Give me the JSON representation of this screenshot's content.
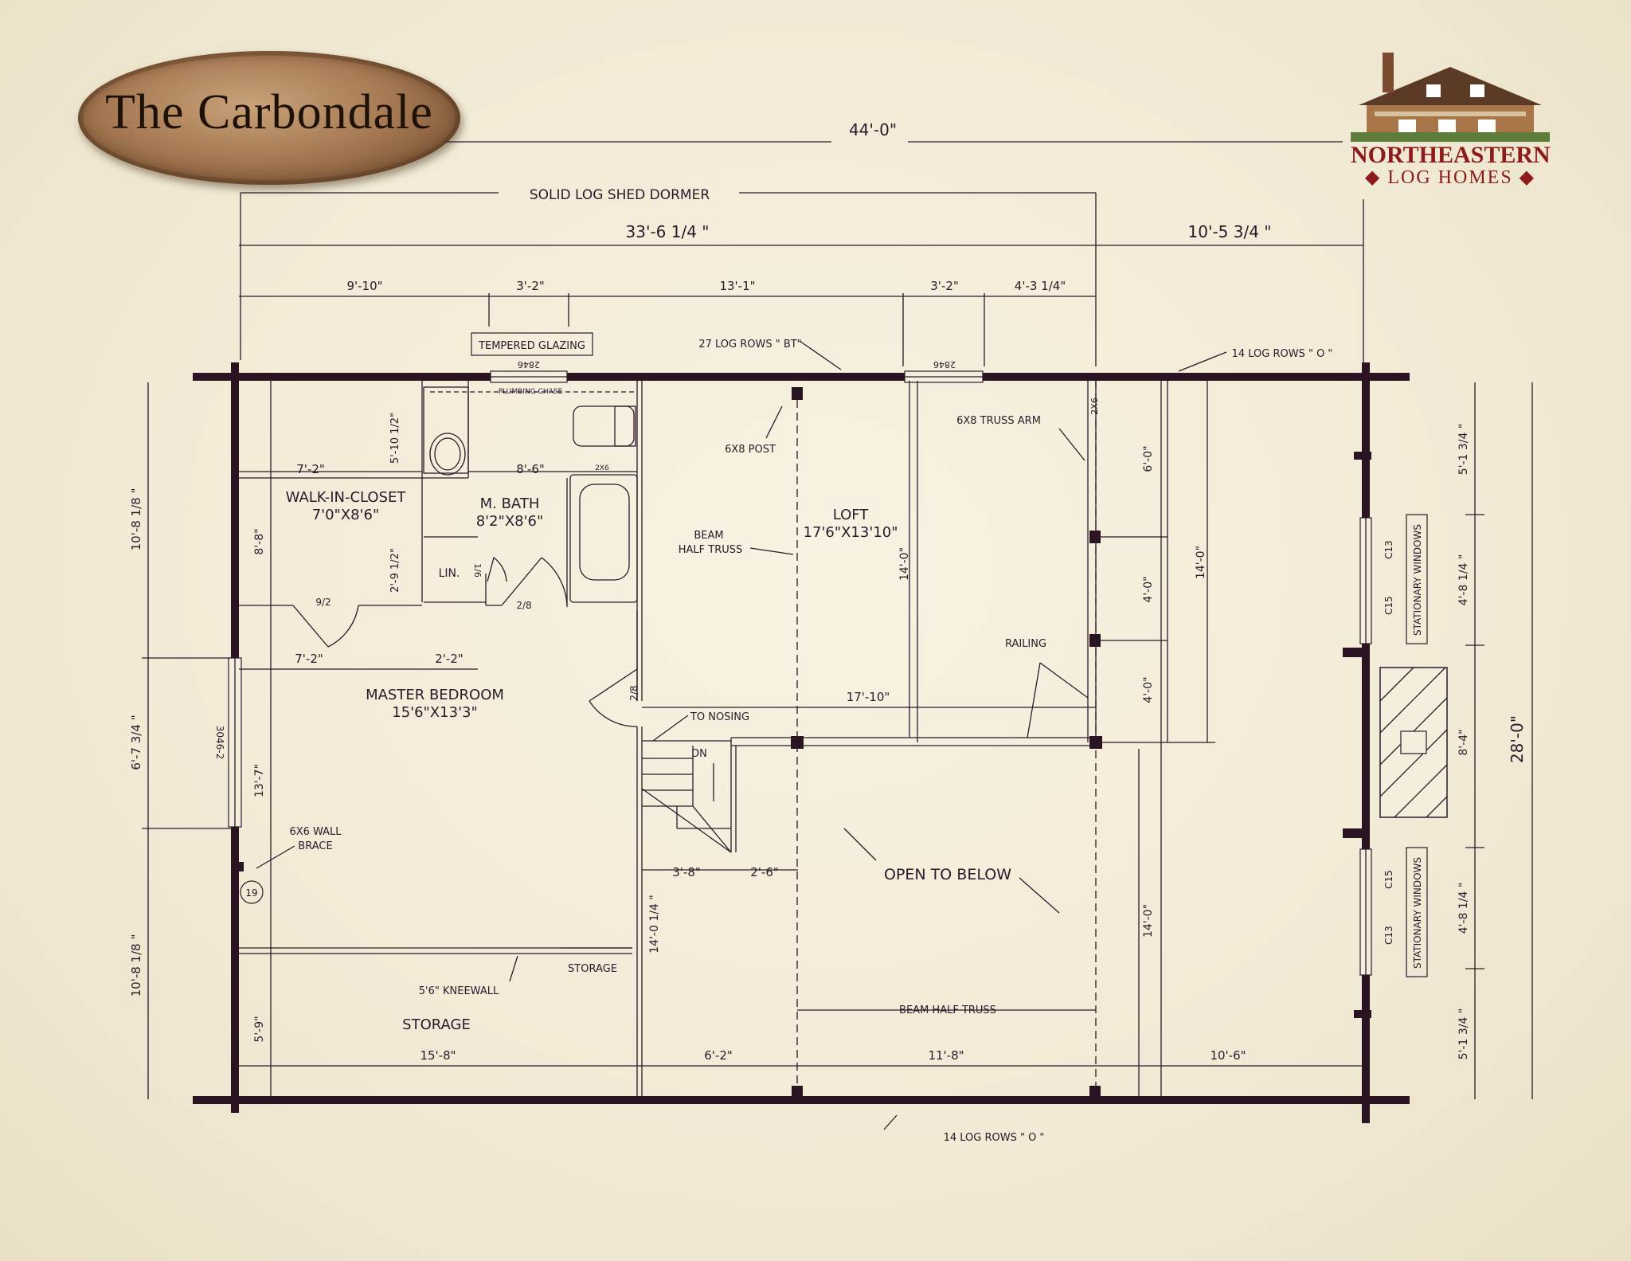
{
  "title": "The Carbondale",
  "brand": {
    "line1": "NORTHEASTERN",
    "line2": "◆ LOG HOMES ◆"
  },
  "colors": {
    "wall": "#2b1422",
    "line": "#2b1a2b",
    "brand": "#8e1b1b",
    "paper": "#f4eedc"
  },
  "dimensions": {
    "overall_width": "44'-0\"",
    "dormer": "SOLID LOG SHED DORMER",
    "left_span": "33'-6 1/4 \"",
    "right_span": "10'-5 3/4 \"",
    "seg1": "9'-10\"",
    "seg2": "3'-2\"",
    "seg3": "13'-1\"",
    "seg4": "3'-2\"",
    "seg5": "4'-3 1/4\"",
    "depth": "28'-0\"",
    "left_top": "10'-8 1/8 \"",
    "left_mid": "6'-7 3/4 \"",
    "left_bot": "10'-8 1/8 \"",
    "right_top": "5'-1 3/4 \"",
    "right_win1": "4'-8 1/4 \"",
    "right_mid": "8'-4\"",
    "right_win2": "4'-8 1/4 \"",
    "right_bot": "5'-1 3/4 \"",
    "closet_w": "7'-2\"",
    "bath_w": "8'-6\"",
    "bath_h": "5'-10 1/2\"",
    "closet_h": "8'-8\"",
    "lin_h": "2'-9 1/2\"",
    "bed_w": "7'-2\"",
    "bed_w2": "2'-2\"",
    "bed_h": "13'-7\"",
    "storage_h": "5'-9\"",
    "bottom1": "15'-8\"",
    "bottom2": "6'-2\"",
    "bottom3": "11'-8\"",
    "bottom4": "10'-6\"",
    "stair_w": "3'-8\"",
    "stair_w2": "2'-6\"",
    "stair_h": "14'-0 1/4 \"",
    "loft_w": "17'-10\"",
    "loft_h": "14'-0\"",
    "open_h": "14'-0\"",
    "rail1": "6'-0\"",
    "rail2": "4'-0\"",
    "rail3": "4'-0\"",
    "loft_r": "14'-0\""
  },
  "labels": {
    "tempered": "TEMPERED GLAZING",
    "log_rows_bt": "27 LOG ROWS \" BT\"",
    "log_rows_top": "14 LOG ROWS \" O \"",
    "log_rows_bottom": "14 LOG ROWS \" O \"",
    "win_top1": "2846",
    "win_top2": "2846",
    "win_left": "3046-2",
    "plumbing": "PLUMBING CHASE",
    "post": "6X8 POST",
    "truss_arm": "6X8 TRUSS ARM",
    "beam_half_1": "BEAM",
    "beam_half_2": "HALF TRUSS",
    "beam_half_bottom": "BEAM HALF TRUSS",
    "railing": "RAILING",
    "to_nosing": "TO NOSING",
    "dn": "DN",
    "wall_brace_1": "6X6 WALL",
    "wall_brace_2": "BRACE",
    "kneewall": "5'6\" KNEEWALL",
    "storage_small": "STORAGE",
    "open_below": "OPEN TO BELOW",
    "stationary1": "STATIONARY WINDOWS",
    "stationary2": "STATIONARY WINDOWS",
    "c13a": "C13",
    "c15a": "C15",
    "c15b": "C15",
    "c13b": "C13",
    "door_92a": "9/2",
    "door_28a": "2/8",
    "door_28b": "2/8",
    "door_16": "1/6",
    "tub_2x6": "2X6",
    "post_2x6": "2X6",
    "circle_19": "19"
  },
  "rooms": {
    "closet": "WALK-IN-CLOSET",
    "closet_size": "7'0\"X8'6\"",
    "bath": "M. BATH",
    "bath_size": "8'2\"X8'6\"",
    "lin": "LIN.",
    "loft": "LOFT",
    "loft_size": "17'6\"X13'10\"",
    "bedroom": "MASTER BEDROOM",
    "bedroom_size": "15'6\"X13'3\"",
    "storage": "STORAGE"
  }
}
